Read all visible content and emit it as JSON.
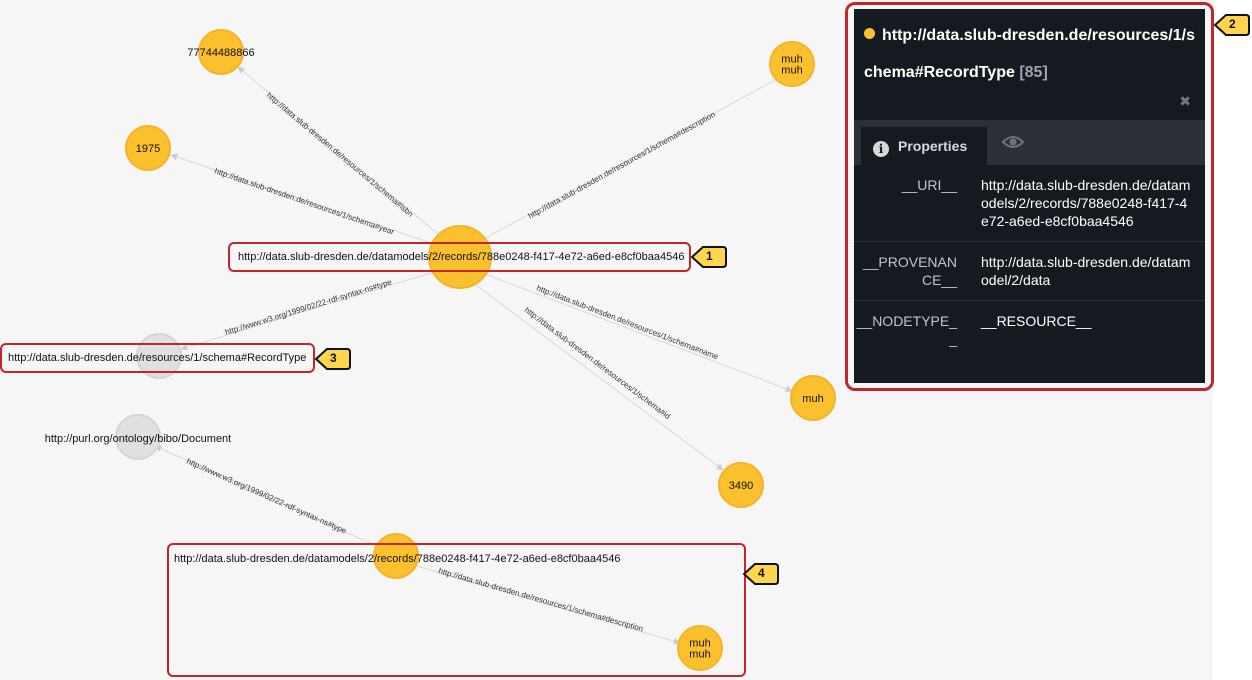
{
  "graph": {
    "nodes": {
      "n1": "77744488866",
      "n2": "1975",
      "n3": "muh\nmuh",
      "n4": "muh",
      "n5": "3490",
      "n6": "http://purl.org/ontology/bibo/Document",
      "n7": "muh\nmuh"
    },
    "edges": {
      "e_isbn": "http://data.slub-dresden.de/resources/1/schema#isbn",
      "e_year": "http://data.slub-dresden.de/resources/1/schema#year",
      "e_desc": "http://data.slub-dresden.de/resources/1/schema#description",
      "e_name": "http://data.slub-dresden.de/resources/1/schema#name",
      "e_id": "http://data.slub-dresden.de/resources/1/schema#id",
      "e_type": "http://www.w3.org/1999/02/22-rdf-syntax-ns#type",
      "e_type2": "http://www.w3.org/1999/02/22-rdf-syntax-ns#type",
      "e_desc2": "http://data.slub-dresden.de/resources/1/schema#description"
    },
    "highlight_record": "http://data.slub-dresden.de/datamodels/2/records/788e0248-f417-4e72-a6ed-e8cf0baa4546",
    "highlight_type": "http://data.slub-dresden.de/resources/1/schema#RecordType",
    "record2": "http://data.slub-dresden.de/datamodels/2/records/788e0248-f417-4e72-a6ed-e8cf0baa4546"
  },
  "panel": {
    "title": "http://data.slub-dresden.de/resources/1/schema#RecordType",
    "count": "[85]",
    "close_icon": "✖",
    "tab_properties": "Properties",
    "info_icon": "i",
    "properties": [
      {
        "key": "__URI__",
        "value": "http://data.slub-dresden.de/datamodels/2/records/788e0248-f417-4e72-a6ed-e8cf0baa4546"
      },
      {
        "key": "__PROVENANCE__",
        "value": "http://data.slub-dresden.de/datamodel/2/data"
      },
      {
        "key": "__NODETYPE__",
        "value": "__RESOURCE__"
      }
    ]
  },
  "annotations": [
    "1",
    "2",
    "3",
    "4"
  ],
  "colors": {
    "node_fill": "#fbc02d",
    "node_stroke": "#f9a825",
    "type_node": "#e0e0e0",
    "annotation": "#c3252c",
    "tag": "#ffd54f",
    "panel_bg": "#151a20"
  }
}
